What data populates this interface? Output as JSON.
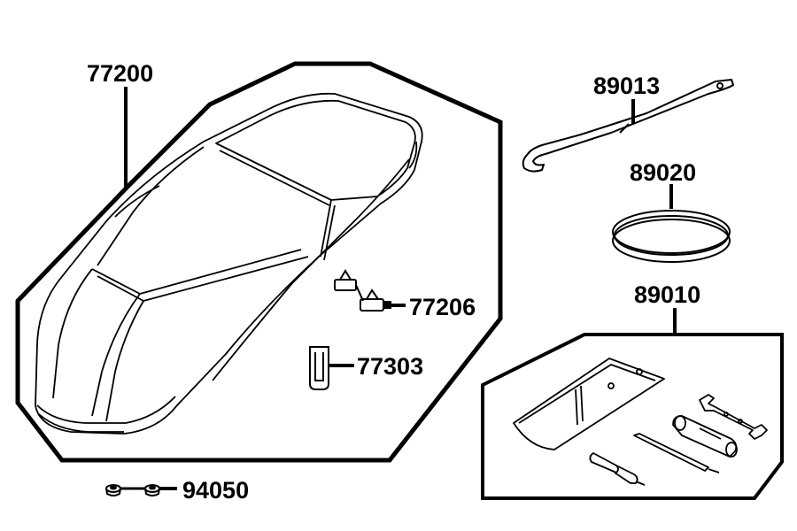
{
  "colors": {
    "stroke": "#000000",
    "background": "#ffffff"
  },
  "parts": [
    {
      "number": "77200",
      "depicts": "seat-icon"
    },
    {
      "number": "77206",
      "depicts": "seat-bracket-icon"
    },
    {
      "number": "77303",
      "depicts": "clip-icon"
    },
    {
      "number": "94050",
      "depicts": "nut-pair-icon"
    },
    {
      "number": "89013",
      "depicts": "hook-wrench-icon"
    },
    {
      "number": "89020",
      "depicts": "band-icon"
    },
    {
      "number": "89010",
      "depicts": "tool-kit-icon"
    }
  ]
}
